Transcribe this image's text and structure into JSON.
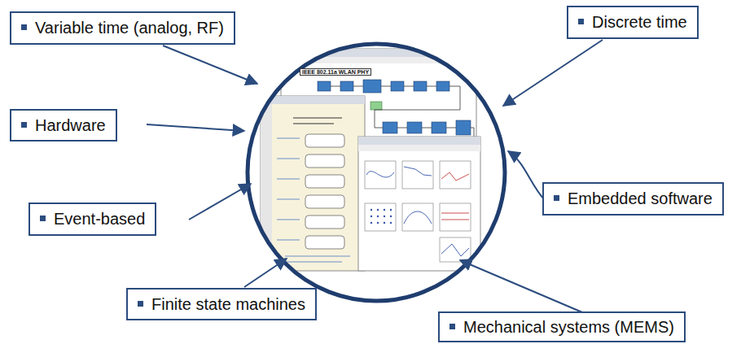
{
  "diagram": {
    "nodes": [
      {
        "text": [
          "Variable time (analog, RF)"
        ]
      },
      {
        "text": [
          "Discrete time"
        ]
      },
      {
        "text": [
          "Hardware"
        ]
      },
      {
        "text": [
          "Embedded software"
        ]
      },
      {
        "text": [
          "Event-based"
        ]
      },
      {
        "text": [
          "Finite state machines"
        ]
      },
      {
        "text": [
          "Mechanical systems (MEMS)"
        ]
      }
    ],
    "labels": [
      "IEEE 802.11a WLAN PHY"
    ]
  }
}
